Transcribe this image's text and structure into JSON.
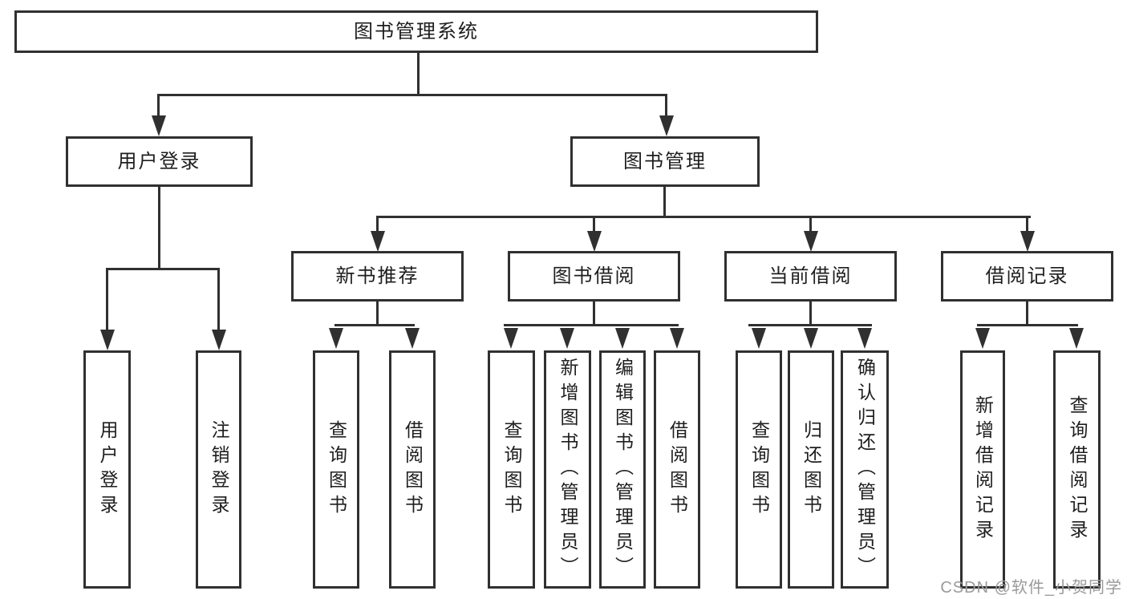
{
  "diagram": {
    "root": {
      "label": "图书管理系统"
    },
    "branches": [
      {
        "label": "用户登录",
        "leaves": [
          {
            "label": "用户登录"
          },
          {
            "label": "注销登录"
          }
        ]
      },
      {
        "label": "图书管理",
        "groups": [
          {
            "label": "新书推荐",
            "leaves": [
              {
                "label": "查询图书"
              },
              {
                "label": "借阅图书"
              }
            ]
          },
          {
            "label": "图书借阅",
            "leaves": [
              {
                "label": "查询图书"
              },
              {
                "label": "新增图书（管理员）"
              },
              {
                "label": "编辑图书（管理员）"
              },
              {
                "label": "借阅图书"
              }
            ]
          },
          {
            "label": "当前借阅",
            "leaves": [
              {
                "label": "查询图书"
              },
              {
                "label": "归还图书"
              },
              {
                "label": "确认归还（管理员）"
              }
            ]
          },
          {
            "label": "借阅记录",
            "leaves": [
              {
                "label": "新增借阅记录"
              },
              {
                "label": "查询借阅记录"
              }
            ]
          }
        ]
      }
    ]
  },
  "watermark": {
    "text": "CSDN @软件_小贺同学"
  },
  "colors": {
    "line": "#303030",
    "text": "#1e1e1e",
    "background": "#ffffff",
    "watermark": "#9a9a9a"
  }
}
